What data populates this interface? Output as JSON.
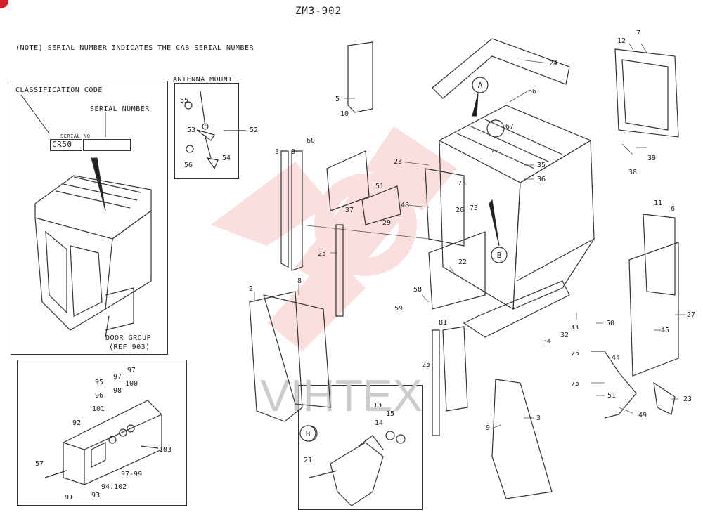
{
  "header": {
    "title": "ZM3-902",
    "note": "(NOTE) SERIAL NUMBER INDICATES THE CAB SERIAL NUMBER"
  },
  "classification": {
    "heading": "CLASSIFICATION CODE",
    "serial_label": "SERIAL NUMBER",
    "serial_no_label": "SERIAL NO",
    "code": "CR50",
    "door_group": "DOOR GROUP",
    "door_ref": "(REF 903)"
  },
  "antenna": {
    "heading": "ANTENNA MOUNT",
    "parts": [
      "55",
      "53",
      "52",
      "56",
      "54"
    ]
  },
  "detail_b": {
    "badge": "B",
    "parts": [
      "13",
      "14",
      "15",
      "21"
    ]
  },
  "lower_left_parts": [
    "95",
    "96",
    "101",
    "97",
    "98",
    "97",
    "100",
    "92",
    "57",
    "91",
    "93",
    "94.102",
    "97-99",
    "103"
  ],
  "callouts": {
    "main": [
      "24",
      "66",
      "67",
      "72",
      "5",
      "10",
      "60",
      "23",
      "35",
      "36",
      "73",
      "73",
      "51",
      "37",
      "48",
      "26",
      "29",
      "3",
      "9",
      "25",
      "2",
      "8",
      "22",
      "58",
      "59",
      "81",
      "25",
      "9",
      "3",
      "7",
      "12",
      "38",
      "39",
      "11",
      "6",
      "27",
      "50",
      "45",
      "33",
      "32",
      "34",
      "75",
      "44",
      "75",
      "51",
      "23",
      "49"
    ],
    "badge_a": "A",
    "badge_b": "B"
  },
  "watermark": "VIHTEX"
}
